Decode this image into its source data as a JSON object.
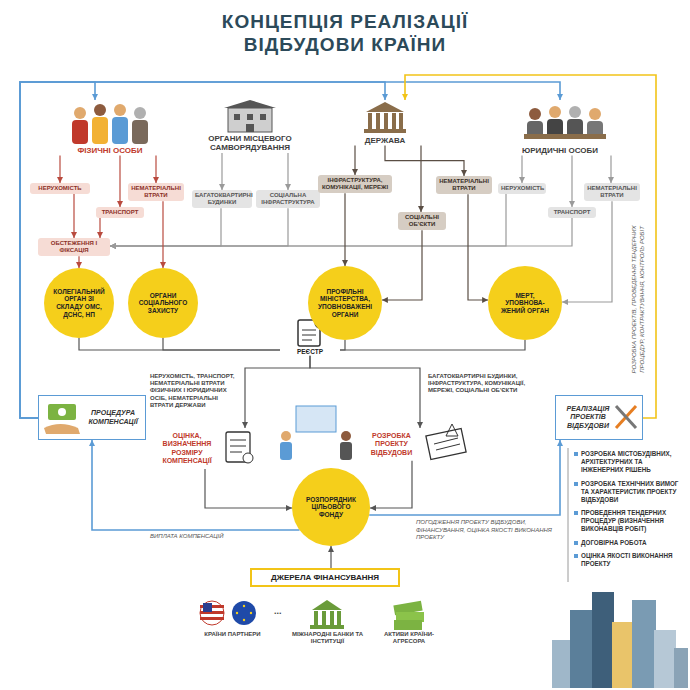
{
  "diagram": {
    "title": "КОНЦЕПЦІЯ РЕАЛІЗАЦІЇ ВІДБУДОВИ КРАЇНИ",
    "nodes": [
      {
        "text": [
          "ФІЗИЧНІ ОСОБИ"
        ]
      },
      {
        "text": [
          "ОРГАНИ МІСЦЕВОГО САМВОРЯДУВАННЯ"
        ]
      },
      {
        "text": [
          "ДЕРЖАВА"
        ]
      },
      {
        "text": [
          "ЮРИДИЧНІ ОСОБИ"
        ]
      },
      {
        "text": [
          "НЕРУХОМІСТЬ"
        ]
      },
      {
        "text": [
          "ТРАНСПОРТ"
        ]
      },
      {
        "text": [
          "НЕМАТЕРІАЛЬНІ ВТРАТИ"
        ]
      },
      {
        "text": [
          "БАГАТОКВАРТИРНІ БУДИНКИ"
        ]
      },
      {
        "text": [
          "СОЦІАЛЬНА ІНФРАСТРУКТУРА"
        ]
      },
      {
        "text": [
          "ІНФРАСТРУКТУРА, КОМУНІКАЦІЇ, МЕРЕЖІ"
        ]
      },
      {
        "text": [
          "СОЦІАЛЬНІ ОБ'ЄКТИ"
        ]
      },
      {
        "text": [
          "НЕМАТЕРІАЛЬНІ ВТРАТИ"
        ]
      },
      {
        "text": [
          "НЕРУХОМІСТЬ"
        ]
      },
      {
        "text": [
          "ТРАНСПОРТ"
        ]
      },
      {
        "text": [
          "НЕМАТЕРІАЛЬНІ ВТРАТИ"
        ]
      },
      {
        "text": [
          "ОБСТЕЖЕННЯ І ФІКСАЦІЯ"
        ]
      },
      {
        "text": [
          "КОЛЕГІАЛЬНИЙ ОРГАН ЗІ СКЛАДУ ОМС, ДСНС, НП"
        ]
      },
      {
        "text": [
          "ОРГАНИ СОЦІАЛЬНОГО ЗАХИСТУ"
        ]
      },
      {
        "text": [
          "ПРОФІЛЬНІ МІНІСТЕРСТВА, УПОВНОВАЖЕНІ ОРГАНИ"
        ]
      },
      {
        "text": [
          "МЕРТ, УПОВНОВА- ЖЕНИЙ ОРГАН"
        ]
      },
      {
        "text": [
          "РЕЄСТР"
        ]
      },
      {
        "text": [
          "ПРОЦЕДУРА КОМПЕНСАЦІЇ"
        ]
      },
      {
        "text": [
          "ОЦІНКА, ВИЗНАЧЕННЯ РОЗМІРУ КОМПЕНСАЦІЇ"
        ]
      },
      {
        "text": [
          "РОЗРОБКА ПРОЕКТУ ВІДБУДОВИ"
        ]
      },
      {
        "text": [
          "РОЗПОРЯДНИК ЦІЛЬОВОГО ФОНДУ"
        ]
      },
      {
        "text": [
          "ДЖЕРЕЛА ФІНАНСУВАННЯ"
        ]
      },
      {
        "text": [
          "КРАЇНИ ПАРТНЕРИ"
        ]
      },
      {
        "text": [
          "МІЖНАРОДНІ БАНКИ ТА ІНСТИТУЦІЇ"
        ]
      },
      {
        "text": [
          "АКТИВИ КРАЇНИ-АГРЕСОРА"
        ]
      },
      {
        "text": [
          "РЕАЛІЗАЦІЯ ПРОЕКТІВ ВІДБУДОВИ"
        ]
      }
    ],
    "edges": [
      {
        "from": 0,
        "to": 4,
        "arrow": "to"
      },
      {
        "from": 0,
        "to": 5,
        "arrow": "to"
      },
      {
        "from": 0,
        "to": 6,
        "arrow": "to"
      },
      {
        "from": 1,
        "to": 7,
        "arrow": "to"
      },
      {
        "from": 1,
        "to": 8,
        "arrow": "to"
      },
      {
        "from": 2,
        "to": 9,
        "arrow": "to"
      },
      {
        "from": 2,
        "to": 10,
        "arrow": "to"
      },
      {
        "from": 2,
        "to": 11,
        "arrow": "to"
      },
      {
        "from": 3,
        "to": 12,
        "arrow": "to"
      },
      {
        "from": 3,
        "to": 13,
        "arrow": "to"
      },
      {
        "from": 3,
        "to": 14,
        "arrow": "to"
      },
      {
        "from": 4,
        "to": 15,
        "arrow": "to"
      },
      {
        "from": 5,
        "to": 15,
        "arrow": "to"
      },
      {
        "from": 7,
        "to": 15,
        "arrow": "to"
      },
      {
        "from": 8,
        "to": 15,
        "arrow": "to"
      },
      {
        "from": 12,
        "to": 15,
        "arrow": "to"
      },
      {
        "from": 13,
        "to": 15,
        "arrow": "to"
      },
      {
        "from": 6,
        "to": 17,
        "arrow": "to"
      },
      {
        "from": 14,
        "to": 19,
        "arrow": "to"
      },
      {
        "from": 15,
        "to": 16,
        "arrow": "to"
      },
      {
        "from": 9,
        "to": 18,
        "arrow": "to"
      },
      {
        "from": 10,
        "to": 18,
        "arrow": "to"
      },
      {
        "from": 11,
        "to": 19,
        "arrow": "to"
      },
      {
        "from": 16,
        "to": 20,
        "arrow": "none"
      },
      {
        "from": 17,
        "to": 20,
        "arrow": "none"
      },
      {
        "from": 18,
        "to": 20,
        "arrow": "none"
      },
      {
        "from": 19,
        "to": 20,
        "arrow": "none"
      },
      {
        "from": 20,
        "to": 22,
        "arrow": "to"
      },
      {
        "from": 20,
        "to": 23,
        "arrow": "to"
      },
      {
        "from": 22,
        "to": 24,
        "arrow": "to"
      },
      {
        "from": 23,
        "to": 24,
        "arrow": "to"
      },
      {
        "from": 24,
        "to": 21,
        "label": "ВИПЛАТА КОМПЕНСАЦІЙ",
        "arrow": "to"
      },
      {
        "from": 21,
        "to": 0,
        "arrow": "to"
      },
      {
        "from": 21,
        "to": 2,
        "arrow": "to"
      },
      {
        "from": 21,
        "to": 3,
        "arrow": "to"
      },
      {
        "from": 24,
        "to": 29,
        "label": "ПОГОДЖЕННЯ ПРОЕКТУ ВІДБУДОВИ, ФІНАНСУВАННЯ, ОЦІНКА ЯКОСТІ ВИКОНАННЯ ПРОЕКТУ",
        "arrow": "to"
      },
      {
        "from": 25,
        "to": 24,
        "arrow": "to"
      },
      {
        "from": 29,
        "to": 2,
        "label": "РОЗРОБКА ПРОЕКТІВ, ПРОВЕДЕННЯ ТЕНДЕРНИХ ПРОЦЕДУР, КОНТРАКТУВАННЯ, КОНТРОЛЬ РОБІТ",
        "arrow": "to"
      }
    ],
    "labels": [
      "НЕРУХОМІСТЬ, ТРАНСПОРТ, НЕМАТЕРІАЛЬНІ ВТРАТИ ФІЗИЧНИХ І ЮРИДИЧНИХ ОСІБ, НЕМАТЕРІАЛЬНІ ВТРАТИ ДЕРЖАВИ",
      "БАГАТОКВАРТИРНІ БУДИНКИ, ІНФРАСТРУКТУРА, КОМУНІКАЦІЇ, МЕРЕЖІ, СОЦІАЛЬНІ ОБ'ЄКТИ",
      "...",
      "РОЗРОБКА МІСТОБУДІВНИХ, АРХІТЕКТУРНИХ ТА ІНЖЕНЕРНИХ РІШЕНЬ",
      "РОЗРОБКА ТЕХНІЧНИХ ВИМОГ ТА ХАРАКТЕРИСТИК ПРОЕКТУ ВІДБУДОВИ",
      "ПРОВЕДЕННЯ ТЕНДЕРНИХ ПРОЦЕДУР (ВИЗНАЧЕННЯ ВИКОНАВЦІВ РОБІТ)",
      "ДОГОВІРНА РОБОТА",
      "ОЦІНКА ЯКОСТІ ВИКОНАННЯ ПРОЕКТУ"
    ]
  }
}
